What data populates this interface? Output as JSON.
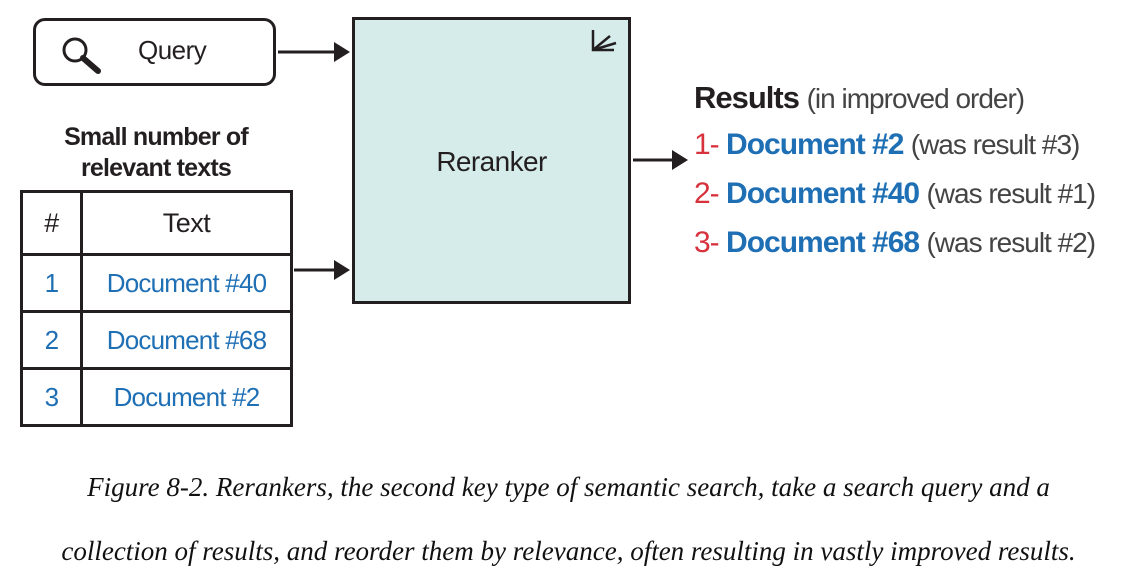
{
  "query": {
    "label": "Query"
  },
  "table": {
    "caption_line1": "Small number of",
    "caption_line2": "relevant texts",
    "headers": {
      "num": "#",
      "text": "Text"
    },
    "rows": [
      {
        "num": "1",
        "text": "Document #40"
      },
      {
        "num": "2",
        "text": "Document #68"
      },
      {
        "num": "3",
        "text": "Document #2"
      }
    ]
  },
  "reranker": {
    "label": "Reranker"
  },
  "results": {
    "heading": "Results",
    "heading_note": "(in improved order)",
    "items": [
      {
        "rank": "1-",
        "doc": "Document #2",
        "was": "(was result #3)"
      },
      {
        "rank": "2-",
        "doc": "Document #40",
        "was": "(was result #1)"
      },
      {
        "rank": "3-",
        "doc": "Document #68",
        "was": "(was result #2)"
      }
    ]
  },
  "caption": {
    "line1": "Figure 8-2. Rerankers, the second key type of semantic search, take a search query and a",
    "line2": "collection of results, and reorder them by relevance, often resulting in vastly improved results."
  },
  "colors": {
    "reranker_fill": "#d6ecea",
    "document_blue": "#1f6fb5",
    "rank_red": "#d7313c"
  }
}
